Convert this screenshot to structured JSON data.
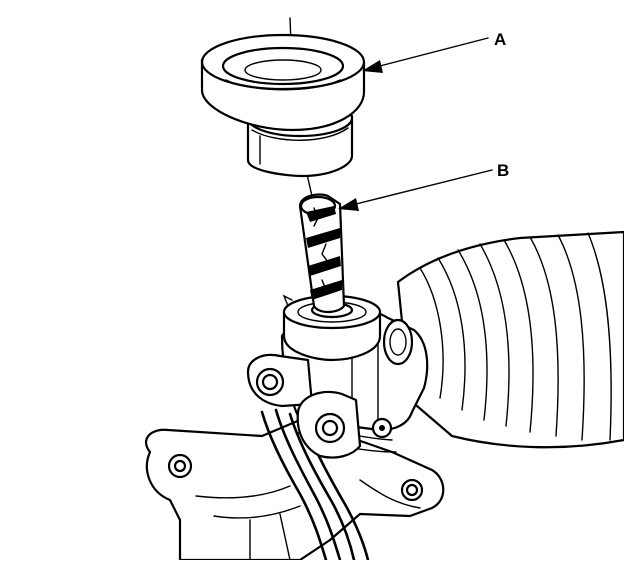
{
  "diagram": {
    "callouts": [
      {
        "id": "A",
        "text": "A",
        "part": "seal-installer"
      },
      {
        "id": "B",
        "text": "B",
        "part": "pinion-shaft"
      }
    ]
  }
}
